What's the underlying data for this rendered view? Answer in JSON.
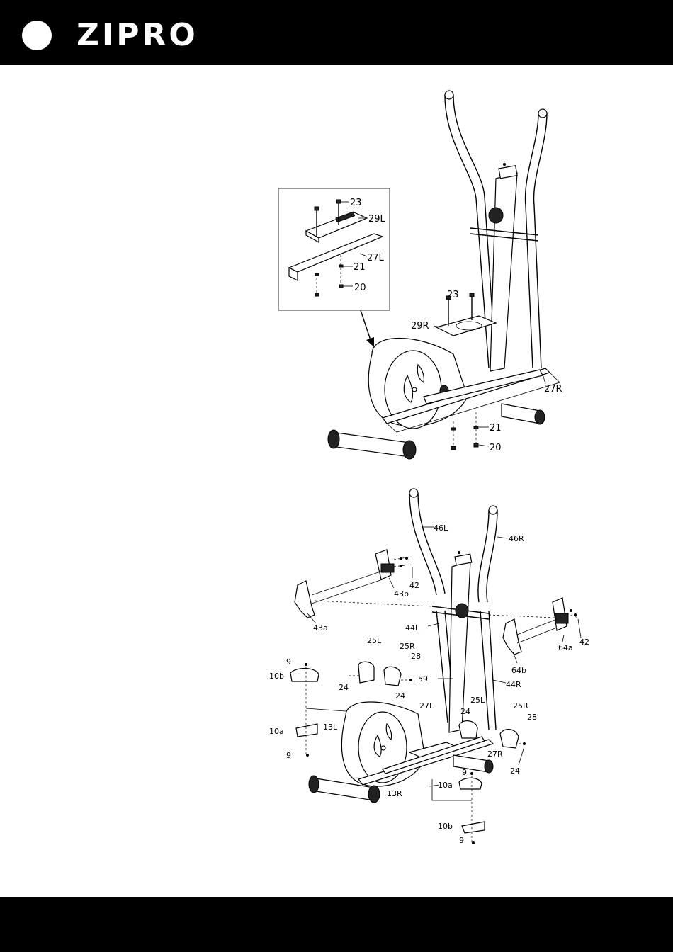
{
  "header": {
    "brand": "ZIPRO"
  },
  "diagram1": {
    "inset_labels": {
      "bolt": "23",
      "pedal": "29L",
      "pedal_arm": "27L",
      "washer": "21",
      "nut": "20"
    },
    "main_labels": {
      "bolt": "23",
      "pedal": "29R",
      "pedal_arm": "27R",
      "washer": "21",
      "nut": "20"
    }
  },
  "diagram2": {
    "labels": {
      "upper_left": "46L",
      "upper_right": "46R",
      "bolt_left": "42",
      "bracket_left_b": "43b",
      "bracket_left_a": "43a",
      "lower_left": "44L",
      "lower_right": "44R",
      "bracket_right_a": "64a",
      "bolt_right": "42",
      "bracket_right_b": "64b",
      "cover_l_top": "25L",
      "cover_r_top": "25R",
      "screw_top": "28",
      "screw_9_top": "9",
      "cover_10b_left": "10b",
      "bolt_24_a": "24",
      "bolt_24_b": "24",
      "axle": "59",
      "pedal_arm_left": "27L",
      "bolt_24_c": "24",
      "cover_l_mid": "25L",
      "cover_r_mid": "25R",
      "screw_mid": "28",
      "cover_10a_left": "10a",
      "arm_13l": "13L",
      "arm_27r": "27R",
      "screw_9_left": "9",
      "bolt_24_d": "24",
      "screw_9_right": "9",
      "cover_10a_right": "10a",
      "arm_13r": "13R",
      "cover_10b_right": "10b",
      "screw_9_bottom": "9"
    }
  }
}
